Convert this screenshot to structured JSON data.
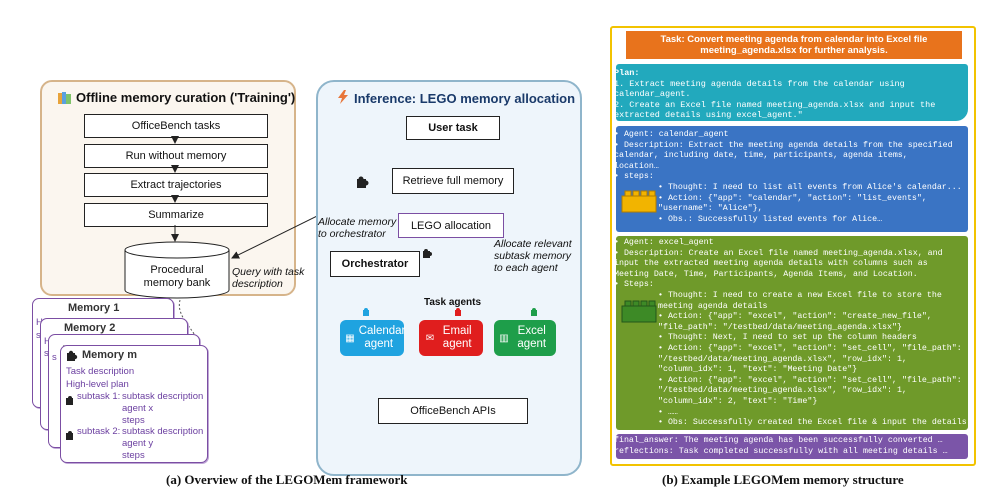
{
  "training": {
    "title": "Offline memory curation ('Training')",
    "steps": [
      "OfficeBench tasks",
      "Run without memory",
      "Extract trajectories",
      "Summarize"
    ],
    "bank": "Procedural memory bank",
    "query_note": "Query with task description"
  },
  "memories": {
    "cards": [
      "Memory 1",
      "Memory 2",
      "…",
      "Memory m"
    ],
    "lines": [
      "Task description",
      "High-level plan",
      "subtask 1:",
      "subtask description",
      "agent x",
      "steps",
      "subtask 2:",
      "subtask description",
      "agent y",
      "steps"
    ]
  },
  "inference": {
    "title": "Inference: LEGO memory allocation",
    "user_task": "User task",
    "retrieve": "Retrieve full memory",
    "lego_alloc": "LEGO allocation",
    "orchestrator": "Orchestrator",
    "allocate_orch": "Allocate memory to orchestrator",
    "allocate_agents": "Allocate relevant subtask memory to each agent",
    "task_agents_label": "Task agents",
    "agents": [
      {
        "name": "Calendar agent",
        "color": "#1fa3e0"
      },
      {
        "name": "Email agent",
        "color": "#e01e1e"
      },
      {
        "name": "Excel agent",
        "color": "#1e9e4a"
      }
    ],
    "apis": "OfficeBench APIs"
  },
  "example": {
    "task": "Task:  Convert meeting agenda from calendar into Excel file meeting_agenda.xlsx for further analysis.",
    "plan": [
      "Plan:",
      "1. Extract meeting agenda details from the calendar using",
      "calendar_agent.",
      "2. Create an Excel file named meeting_agenda.xlsx and input the",
      "extracted details using excel_agent.\""
    ],
    "cal": [
      "• Agent: calendar_agent",
      "• Description: Extract the meeting agenda details from the specified",
      "  calendar, including date, time, participants, agenda items,",
      "  location…",
      "• steps:",
      "• Thought: I need to list all events from Alice's calendar...",
      "• Action: {\"app\": \"calendar\", \"action\": \"list_events\",",
      "  \"username\": \"Alice\"},",
      "• Obs.: Successfully listed events for Alice…"
    ],
    "excel": [
      "• Agent: excel_agent",
      "• Description: Create an Excel file named meeting_agenda.xlsx, and",
      "  input the extracted meeting agenda details with columns such as",
      "  Meeting Date, Time, Participants, Agenda Items, and Location.",
      "• Steps:",
      "• Thought: I need to create a new Excel file to store the",
      "  meeting agenda details",
      "• Action: {\"app\": \"excel\", \"action\": \"create_new_file\",",
      "  \"file_path\":   \"/testbed/data/meeting_agenda.xlsx\"}",
      "• Thought: Next, I need to set up the column headers",
      "• Action: {\"app\": \"excel\", \"action\": \"set_cell\", \"file_path\":",
      "  \"/testbed/data/meeting_agenda.xlsx\", \"row_idx\": 1,",
      "  \"column_idx\": 1, \"text\": \"Meeting Date\"}",
      "• Action: {\"app\": \"excel\", \"action\": \"set_cell\", \"file_path\":",
      "  \"/testbed/data/meeting_agenda.xlsx\", \"row_idx\": 1,",
      "  \"column_idx\": 2, \"text\": \"Time\"}",
      "• ……",
      "• Obs: Successfully created the Excel file & input the details"
    ],
    "final": [
      "final_answer: The meeting agenda has been successfully converted …",
      "reflections: Task completed successfully with all meeting details …"
    ]
  },
  "captions": {
    "left": "(a) Overview of the LEGOMem framework",
    "right": "(b) Example LEGOMem memory structure"
  }
}
